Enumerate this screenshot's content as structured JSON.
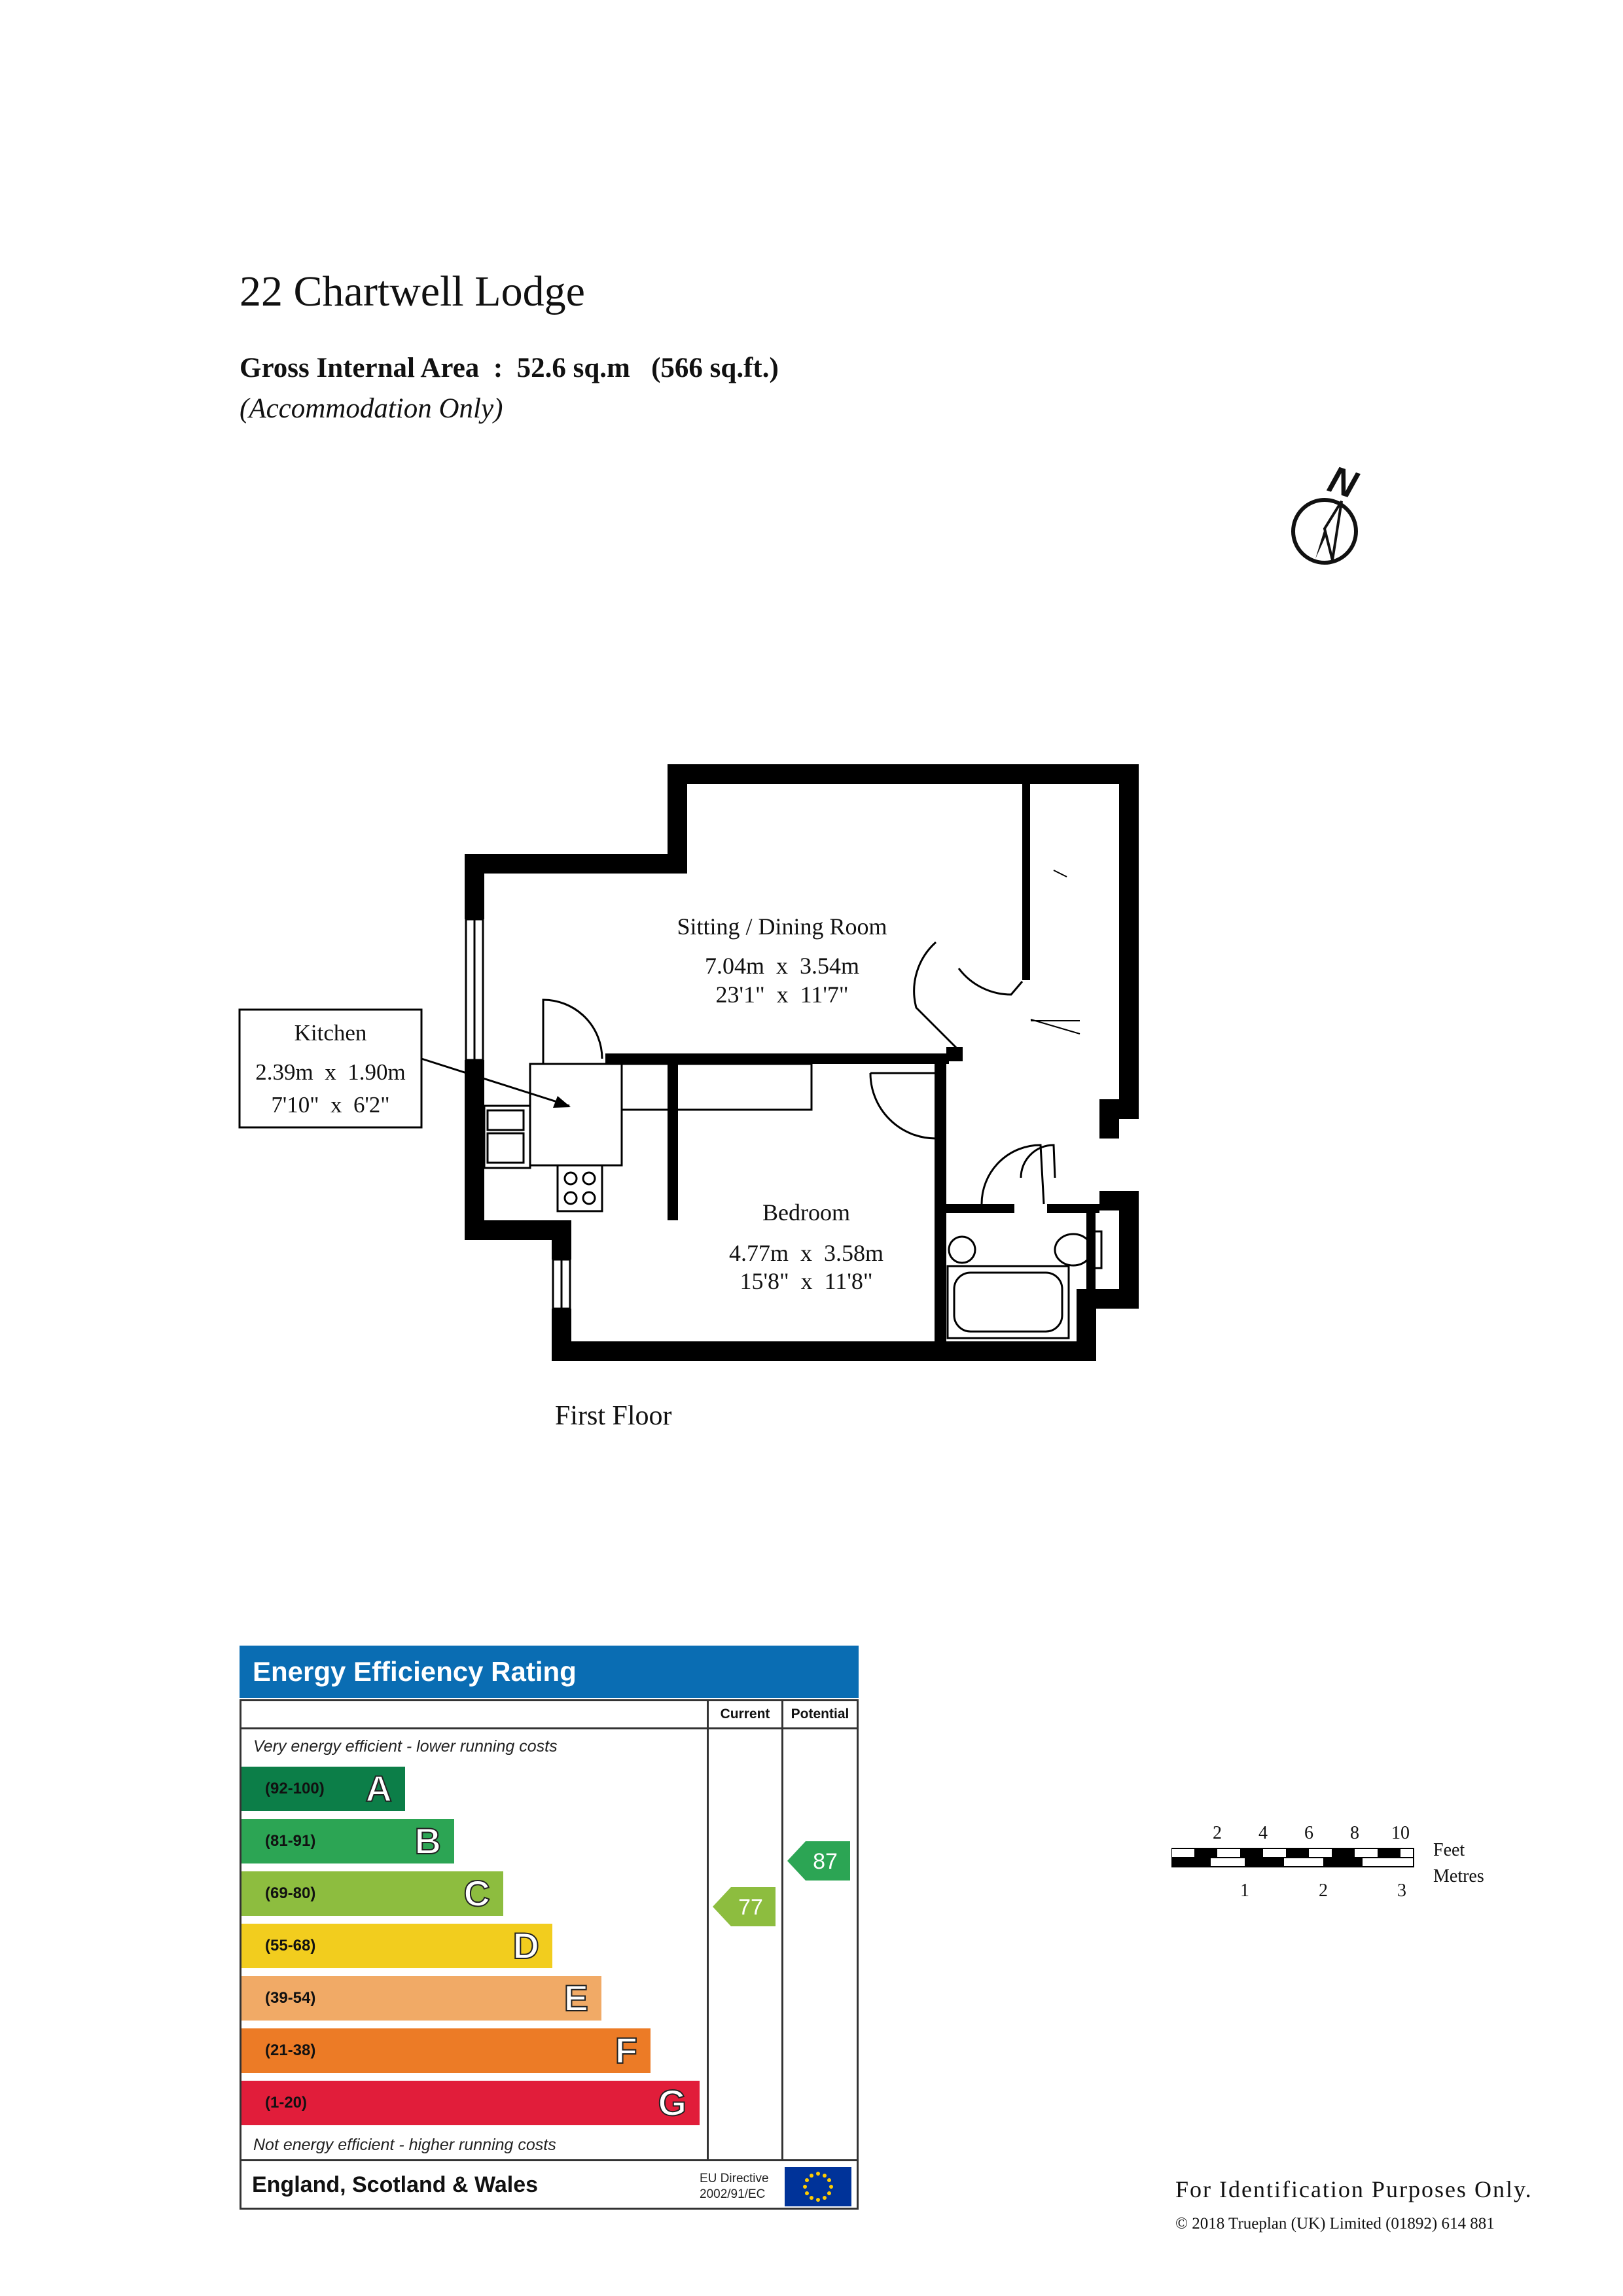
{
  "header": {
    "title": "22 Chartwell Lodge",
    "gia_label": "Gross Internal Area",
    "gia_sep": ":",
    "gia_metric": "52.6 sq.m",
    "gia_imperial": "(566 sq.ft.)",
    "note": "(Accommodation Only)"
  },
  "compass": {
    "label": "N",
    "icon": "north-arrow-icon"
  },
  "plan": {
    "floor_label": "First Floor",
    "rooms": [
      {
        "id": "sitting",
        "name": "Sitting / Dining Room",
        "metric": "7.04m  x  3.54m",
        "imperial": "23'1\"  x  11'7\""
      },
      {
        "id": "kitchen",
        "name": "Kitchen",
        "metric": "2.39m  x  1.90m",
        "imperial": "7'10\"  x  6'2\""
      },
      {
        "id": "bedroom",
        "name": "Bedroom",
        "metric": "4.77m  x  3.58m",
        "imperial": "15'8\"  x  11'8\""
      }
    ]
  },
  "epc": {
    "title": "Energy Efficiency Rating",
    "col_current": "Current",
    "col_potential": "Potential",
    "top_note": "Very energy efficient - lower running costs",
    "bottom_note": "Not energy efficient - higher running costs",
    "bands": [
      {
        "letter": "A",
        "range": "(92-100)",
        "color": "#0c7e48"
      },
      {
        "letter": "B",
        "range": "(81-91)",
        "color": "#2ca554"
      },
      {
        "letter": "C",
        "range": "(69-80)",
        "color": "#8dbd3f"
      },
      {
        "letter": "D",
        "range": "(55-68)",
        "color": "#f2cd1e"
      },
      {
        "letter": "E",
        "range": "(39-54)",
        "color": "#f1aa66"
      },
      {
        "letter": "F",
        "range": "(21-38)",
        "color": "#ec7b26"
      },
      {
        "letter": "G",
        "range": "(1-20)",
        "color": "#e11d3a"
      }
    ],
    "current": "77",
    "current_color": "#8dbd3f",
    "potential": "87",
    "potential_color": "#2ca554",
    "region": "England, Scotland & Wales",
    "directive_line1": "EU Directive",
    "directive_line2": "2002/91/EC",
    "flag_icon": "eu-flag-icon"
  },
  "scale": {
    "feet_ticks": [
      "2",
      "4",
      "6",
      "8",
      "10"
    ],
    "metre_ticks": [
      "1",
      "2",
      "3"
    ],
    "feet_label": "Feet",
    "metres_label": "Metres"
  },
  "footer": {
    "identification": "For Identification Purposes Only.",
    "copyright_symbol": "©",
    "copyright": "2018 Trueplan (UK) Limited  (01892) 614 881"
  }
}
